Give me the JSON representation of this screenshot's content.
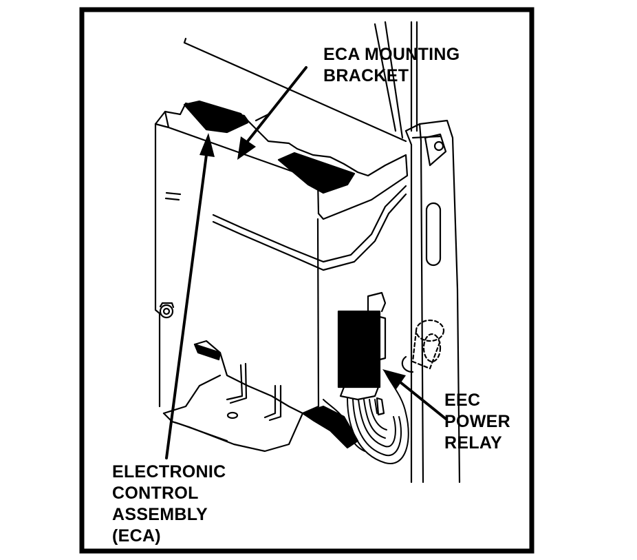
{
  "labels": {
    "eca_mounting_bracket": [
      "ECA MOUNTING",
      "BRACKET"
    ],
    "eec_power_relay": [
      "EEC",
      "POWER",
      "RELAY"
    ],
    "electronic_control_assembly": [
      "ELECTRONIC",
      "CONTROL",
      "ASSEMBLY",
      "(ECA)"
    ]
  },
  "colors": {
    "ink": "#000000",
    "paper": "#ffffff"
  }
}
